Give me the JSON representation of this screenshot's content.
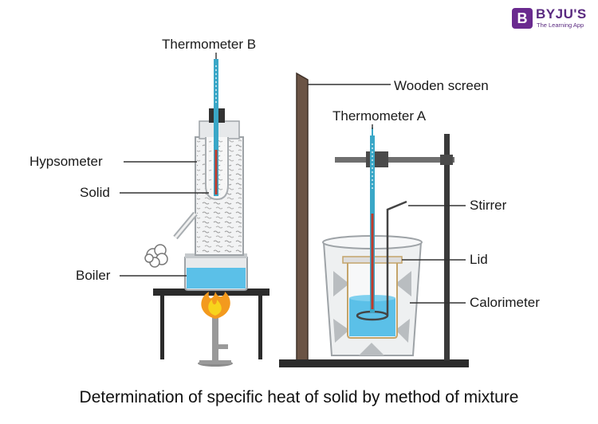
{
  "brand": {
    "mark": "B",
    "name": "BYJU'S",
    "tagline": "The Learning App"
  },
  "labels": {
    "thermometer_b": "Thermometer B",
    "wooden_screen": "Wooden screen",
    "thermometer_a": "Thermometer A",
    "hypsometer": "Hypsometer",
    "solid": "Solid",
    "stirrer": "Stirrer",
    "lid": "Lid",
    "calorimeter": "Calorimeter",
    "boiler": "Boiler"
  },
  "caption": "Determination of specific heat of solid by method of mixture",
  "colors": {
    "water": "#5bc0e8",
    "thermometer": "#3aa7c7",
    "wood": "#6b5445",
    "stand": "#2b2b2b",
    "flame_outer": "#f39a1e",
    "flame_inner": "#f7d41c",
    "glass": "#d9dde0"
  }
}
